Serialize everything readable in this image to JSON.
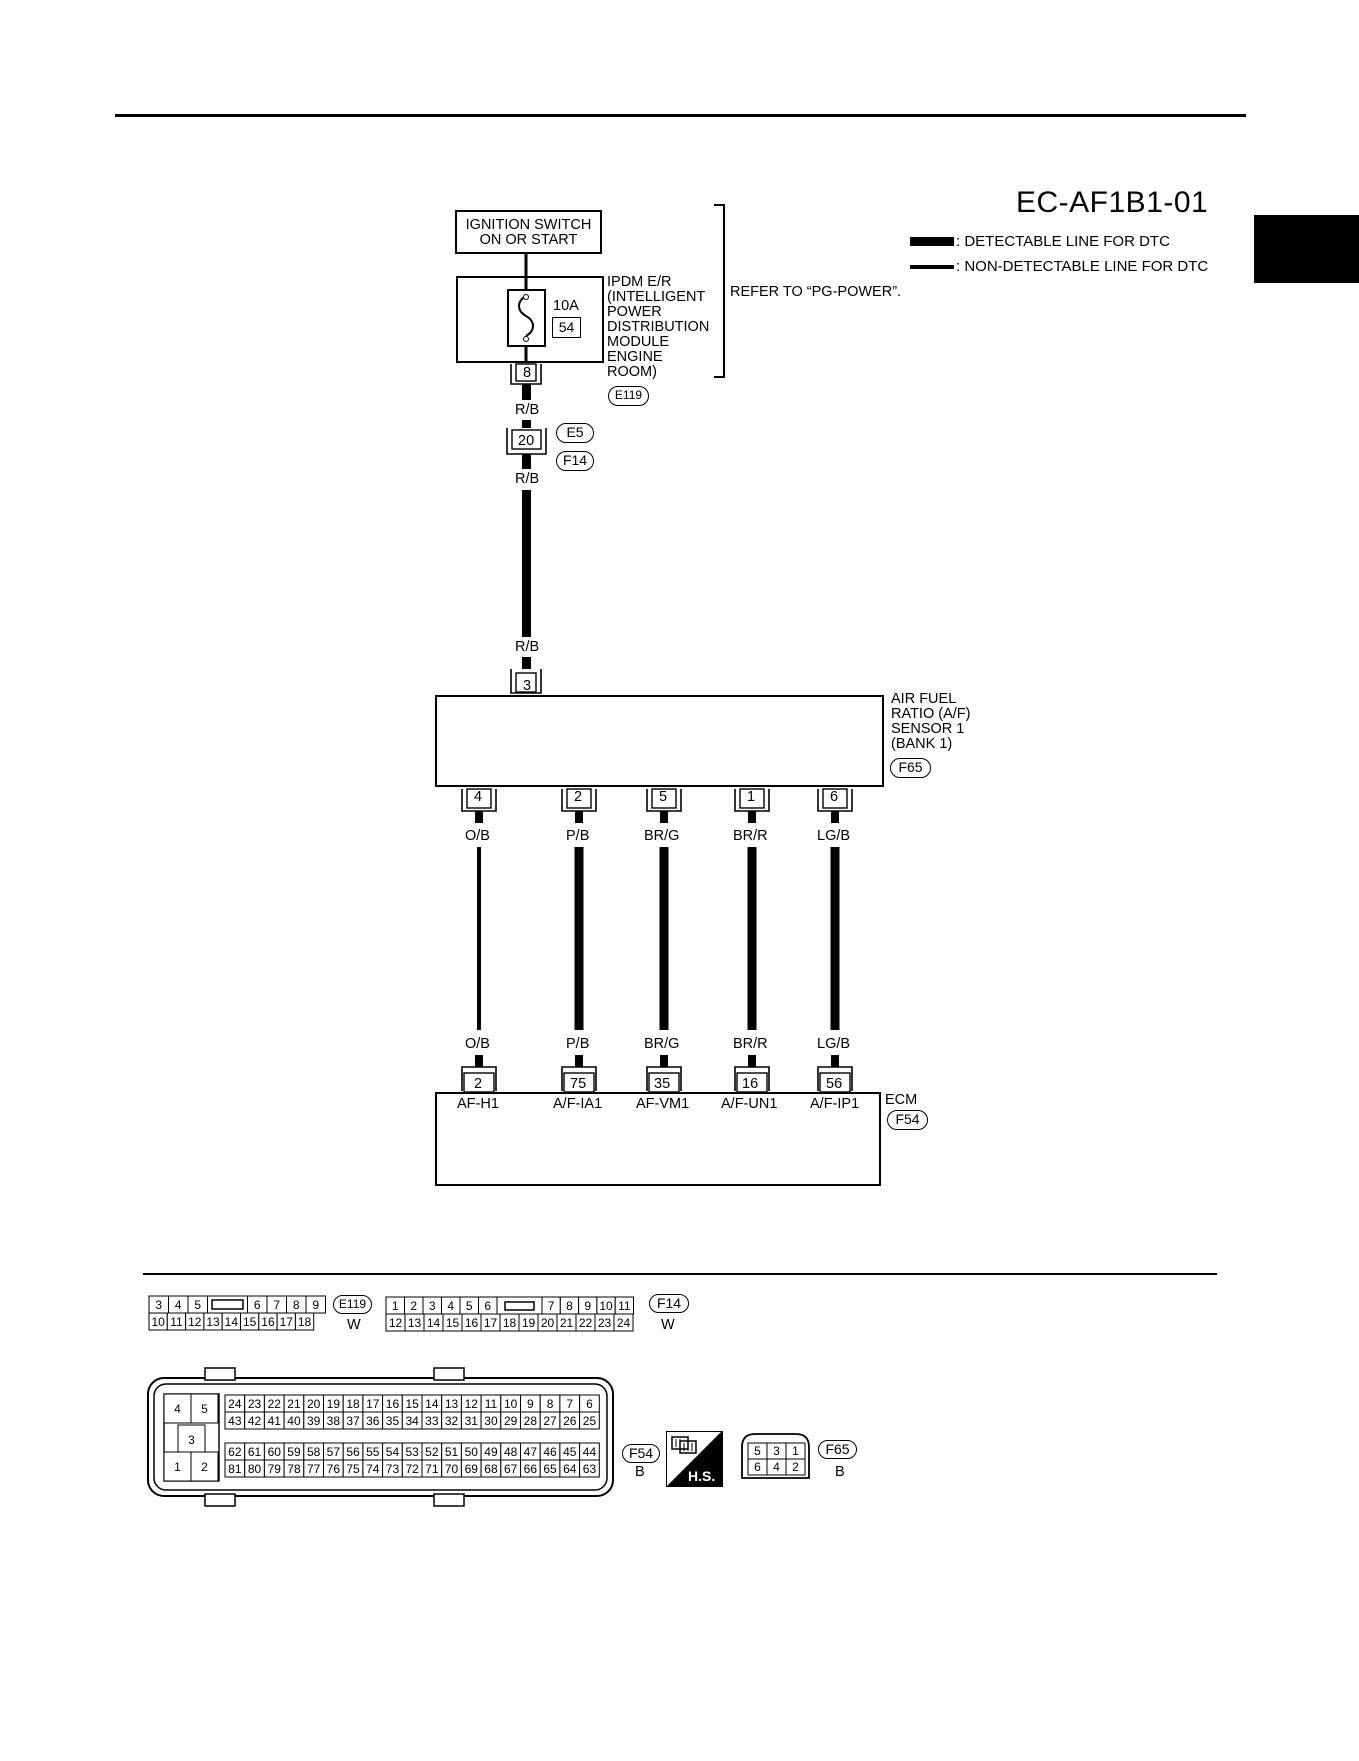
{
  "diagram_id": "EC-AF1B1-01",
  "legend": {
    "detectable": ": DETECTABLE LINE FOR DTC",
    "non_detectable": ": NON-DETECTABLE LINE FOR DTC"
  },
  "ignition_switch": "IGNITION SWITCH\nON OR START",
  "ipdm": {
    "label": "IPDM E/R\n(INTELLIGENT\nPOWER\nDISTRIBUTION\nMODULE\nENGINE\nROOM)",
    "fuse_rating": "10A",
    "fuse_number": "54",
    "pin": "8",
    "connector": "E119"
  },
  "refer_note": "REFER TO “PG-POWER”.",
  "joint": {
    "pin": "20",
    "connector_upper": "E5",
    "connector_lower": "F14"
  },
  "wire_rb": "R/B",
  "af_sensor": {
    "label": "AIR FUEL\nRATIO (A/F)\nSENSOR 1\n(BANK 1)",
    "connector": "F65",
    "top_pin": "3",
    "pins": [
      "4",
      "2",
      "5",
      "1",
      "6"
    ]
  },
  "wires": [
    "O/B",
    "P/B",
    "BR/G",
    "BR/R",
    "LG/B"
  ],
  "ecm": {
    "label": "ECM",
    "connector": "F54",
    "pins": [
      "2",
      "75",
      "35",
      "16",
      "56"
    ],
    "signals": [
      "AF-H1",
      "A/F-IA1",
      "AF-VM1",
      "A/F-UN1",
      "A/F-IP1"
    ]
  },
  "connectors": {
    "e119": {
      "name": "E119",
      "color": "W",
      "row1": [
        "3",
        "4",
        "5",
        "",
        "6",
        "7",
        "8",
        "9"
      ],
      "row2": [
        "10",
        "11",
        "12",
        "13",
        "14",
        "15",
        "16",
        "17",
        "18"
      ]
    },
    "f14": {
      "name": "F14",
      "color": "W",
      "row1": [
        "1",
        "2",
        "3",
        "4",
        "5",
        "6",
        "",
        "7",
        "8",
        "9",
        "10",
        "11"
      ],
      "row2": [
        "12",
        "13",
        "14",
        "15",
        "16",
        "17",
        "18",
        "19",
        "20",
        "21",
        "22",
        "23",
        "24"
      ]
    },
    "f54": {
      "name": "F54",
      "color": "B",
      "left_block": [
        "4",
        "5",
        "3",
        "1",
        "2"
      ],
      "row1": [
        "24",
        "23",
        "22",
        "21",
        "20",
        "19",
        "18",
        "17",
        "16",
        "15",
        "14",
        "13",
        "12",
        "11",
        "10",
        "9",
        "8",
        "7",
        "6"
      ],
      "row2": [
        "43",
        "42",
        "41",
        "40",
        "39",
        "38",
        "37",
        "36",
        "35",
        "34",
        "33",
        "32",
        "31",
        "30",
        "29",
        "28",
        "27",
        "26",
        "25"
      ],
      "row3": [
        "62",
        "61",
        "60",
        "59",
        "58",
        "57",
        "56",
        "55",
        "54",
        "53",
        "52",
        "51",
        "50",
        "49",
        "48",
        "47",
        "46",
        "45",
        "44"
      ],
      "row4": [
        "81",
        "80",
        "79",
        "78",
        "77",
        "76",
        "75",
        "74",
        "73",
        "72",
        "71",
        "70",
        "69",
        "68",
        "67",
        "66",
        "65",
        "64",
        "63"
      ]
    },
    "hs_label": "H.S.",
    "f65": {
      "name": "F65",
      "color": "B",
      "row1": [
        "5",
        "3",
        "1"
      ],
      "row2": [
        "6",
        "4",
        "2"
      ]
    }
  }
}
